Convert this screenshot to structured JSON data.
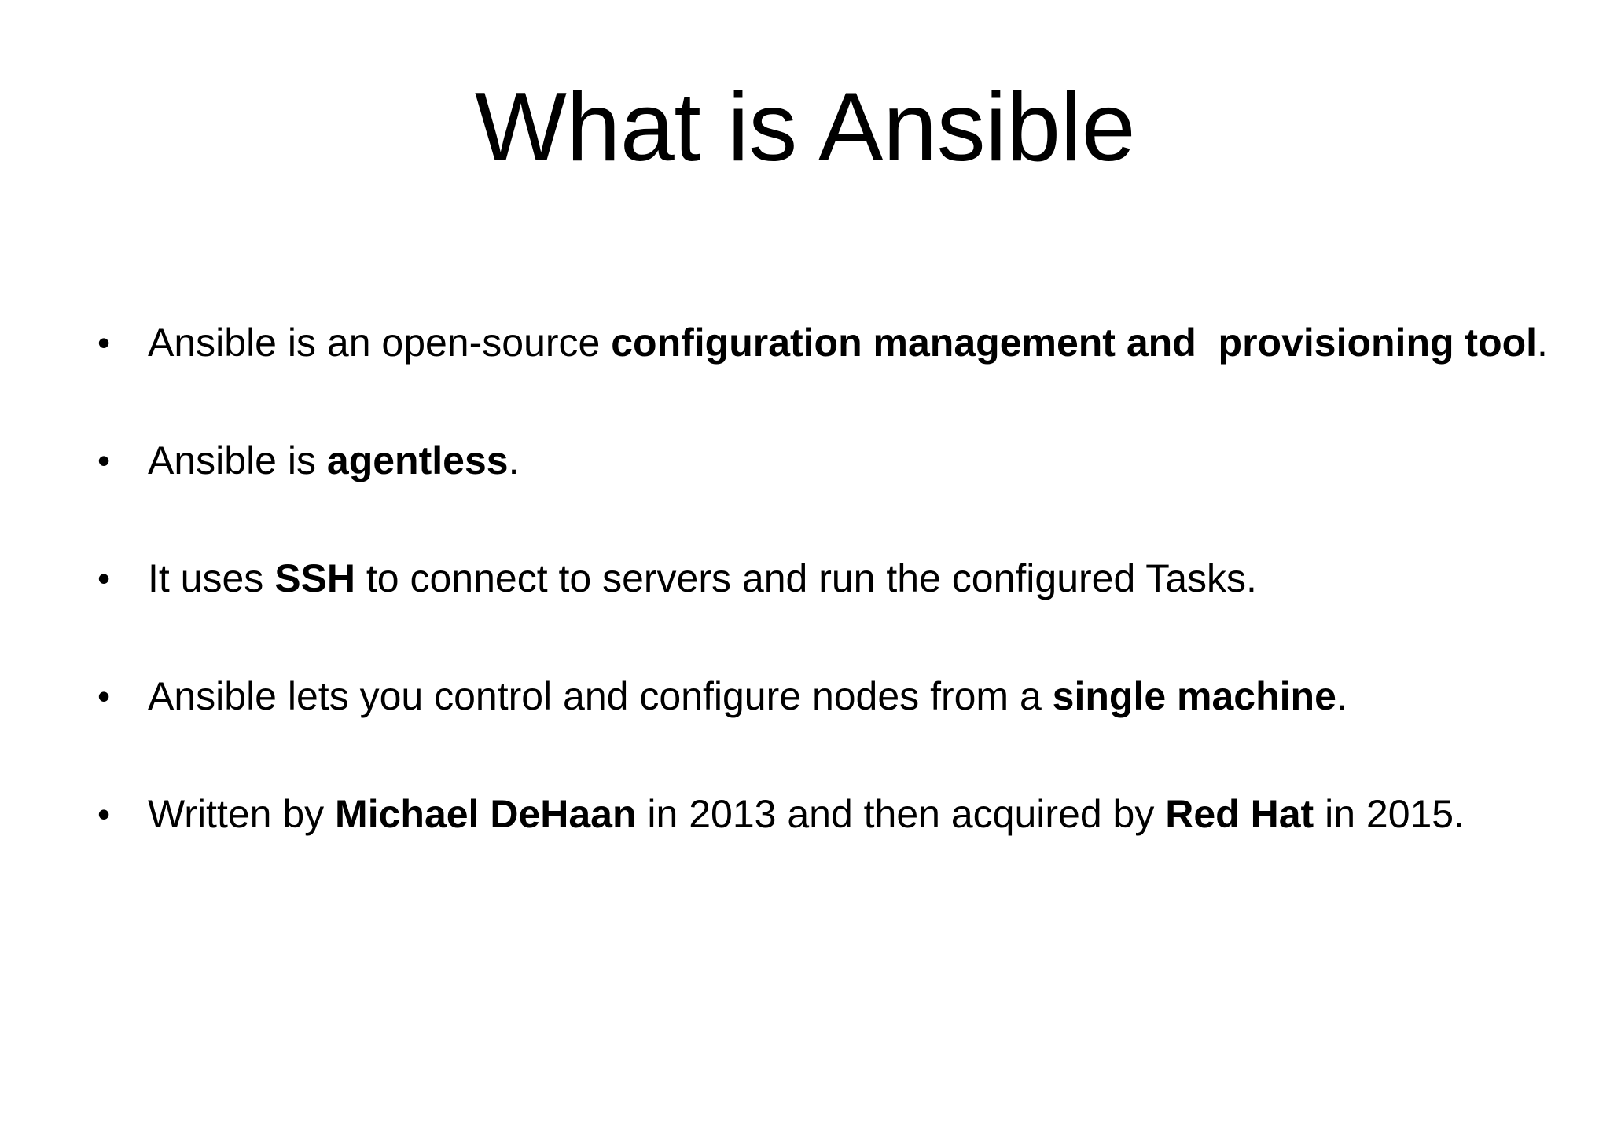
{
  "slide": {
    "background_color": "#ffffff",
    "text_color": "#000000",
    "title": "What is Ansible",
    "bullet_marker": "•",
    "bullets": [
      {
        "id": "bullet-open-source",
        "plain_text": "Ansible is an open-source configuration management and  provisioning tool.",
        "runs": [
          {
            "text": "Ansible is an open-source ",
            "bold": false
          },
          {
            "text": "configuration management and  provisioning tool",
            "bold": true
          },
          {
            "text": ".",
            "bold": false
          }
        ]
      },
      {
        "id": "bullet-agentless",
        "plain_text": "Ansible is agentless.",
        "runs": [
          {
            "text": "Ansible is ",
            "bold": false
          },
          {
            "text": "agentless",
            "bold": true
          },
          {
            "text": ".",
            "bold": false
          }
        ]
      },
      {
        "id": "bullet-ssh",
        "plain_text": "It uses SSH to connect to servers and run the configured Tasks.",
        "runs": [
          {
            "text": "It uses ",
            "bold": false
          },
          {
            "text": "SSH",
            "bold": true
          },
          {
            "text": " to connect to servers and run the configured Tasks.",
            "bold": false
          }
        ]
      },
      {
        "id": "bullet-single-machine",
        "plain_text": "Ansible lets you control and configure nodes from a single machine.",
        "runs": [
          {
            "text": "Ansible lets you control and configure nodes from a ",
            "bold": false
          },
          {
            "text": "single machine",
            "bold": true
          },
          {
            "text": ".",
            "bold": false
          }
        ]
      },
      {
        "id": "bullet-history",
        "plain_text": "Written by Michael DeHaan in 2013 and then acquired by Red Hat in 2015.",
        "runs": [
          {
            "text": "Written by ",
            "bold": false
          },
          {
            "text": "Michael DeHaan",
            "bold": true
          },
          {
            "text": " in 2013 and then acquired by ",
            "bold": false
          },
          {
            "text": "Red Hat",
            "bold": true
          },
          {
            "text": " in 2015.",
            "bold": false
          }
        ]
      }
    ]
  }
}
